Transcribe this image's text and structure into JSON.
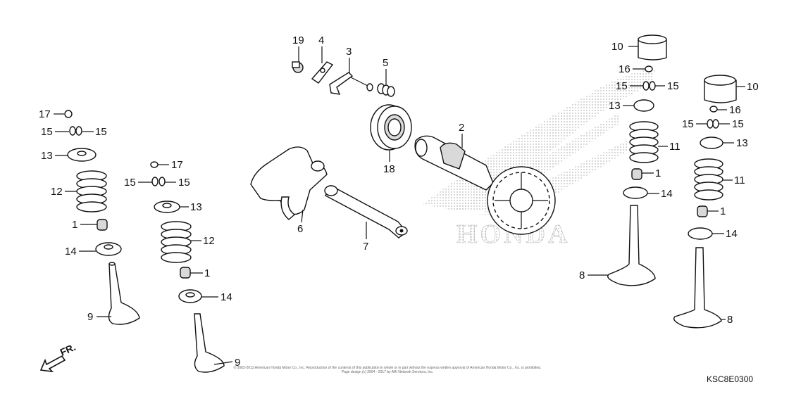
{
  "diagram": {
    "code": "KSC8E0300",
    "brand_watermark": "HONDA",
    "direction_label": "FR.",
    "copyright_lines": [
      "© 2002-2013 American Honda Motor Co., Inc. Reproduction of the contents of this publication in whole or in part without the express written approval of American Honda Motor Co., Inc. is prohibited.",
      "Page design (c) 2004 - 2017 by ARI Network Services, Inc."
    ]
  },
  "callouts": {
    "c1a": "1",
    "c1b": "1",
    "c1c": "1",
    "c1d": "1",
    "c2": "2",
    "c3": "3",
    "c4": "4",
    "c5": "5",
    "c6": "6",
    "c7": "7",
    "c8a": "8",
    "c8b": "8",
    "c9a": "9",
    "c9b": "9",
    "c10a": "10",
    "c10b": "10",
    "c11a": "11",
    "c11b": "11",
    "c12a": "12",
    "c12b": "12",
    "c13a": "13",
    "c13b": "13",
    "c13c": "13",
    "c13d": "13",
    "c14a": "14",
    "c14b": "14",
    "c14c": "14",
    "c14d": "14",
    "c15a": "15",
    "c15b": "15",
    "c15c": "15",
    "c15d": "15",
    "c15e": "15",
    "c15f": "15",
    "c15g": "15",
    "c15h": "15",
    "c16a": "16",
    "c16b": "16",
    "c17a": "17",
    "c17b": "17",
    "c18": "18",
    "c19": "19"
  }
}
